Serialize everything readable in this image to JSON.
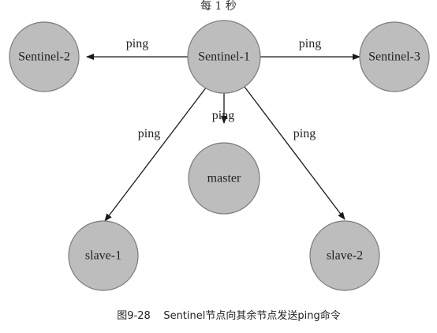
{
  "header": {
    "title": "每 1 秒"
  },
  "nodes": {
    "sentinel1": {
      "label": "Sentinel-1"
    },
    "sentinel2": {
      "label": "Sentinel-2"
    },
    "sentinel3": {
      "label": "Sentinel-3"
    },
    "master": {
      "label": "master"
    },
    "slave1": {
      "label": "slave-1"
    },
    "slave2": {
      "label": "slave-2"
    }
  },
  "edges": {
    "to_sentinel2": {
      "label": "ping"
    },
    "to_sentinel3": {
      "label": "ping"
    },
    "to_master": {
      "label": "ping"
    },
    "to_slave1": {
      "label": "ping"
    },
    "to_slave2": {
      "label": "ping"
    }
  },
  "caption": {
    "text": "图9-28    Sentinel节点向其余节点发送ping命令"
  },
  "colors": {
    "node_fill": "#bdbdbd",
    "node_stroke": "#7a7a7a",
    "edge": "#1a1a1a"
  }
}
